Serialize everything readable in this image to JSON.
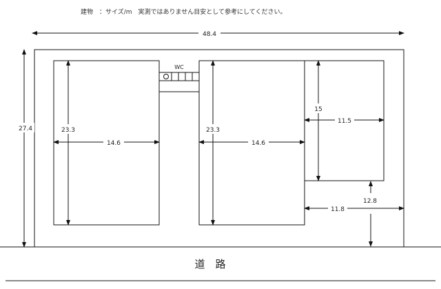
{
  "note": "建物　：サイズ/m　実測ではありません目安として参考にしてください。",
  "labels": {
    "overall_width": "48.4",
    "overall_depth": "27.4",
    "bldg1_depth": "23.3",
    "bldg1_width": "14.6",
    "bldg2_depth": "23.3",
    "bldg2_width": "14.6",
    "bldg3_depth": "15",
    "bldg3_width": "11.5",
    "setback_depth": "12.8",
    "setback_width": "11.8",
    "wc": "WC",
    "road": "道　路"
  }
}
